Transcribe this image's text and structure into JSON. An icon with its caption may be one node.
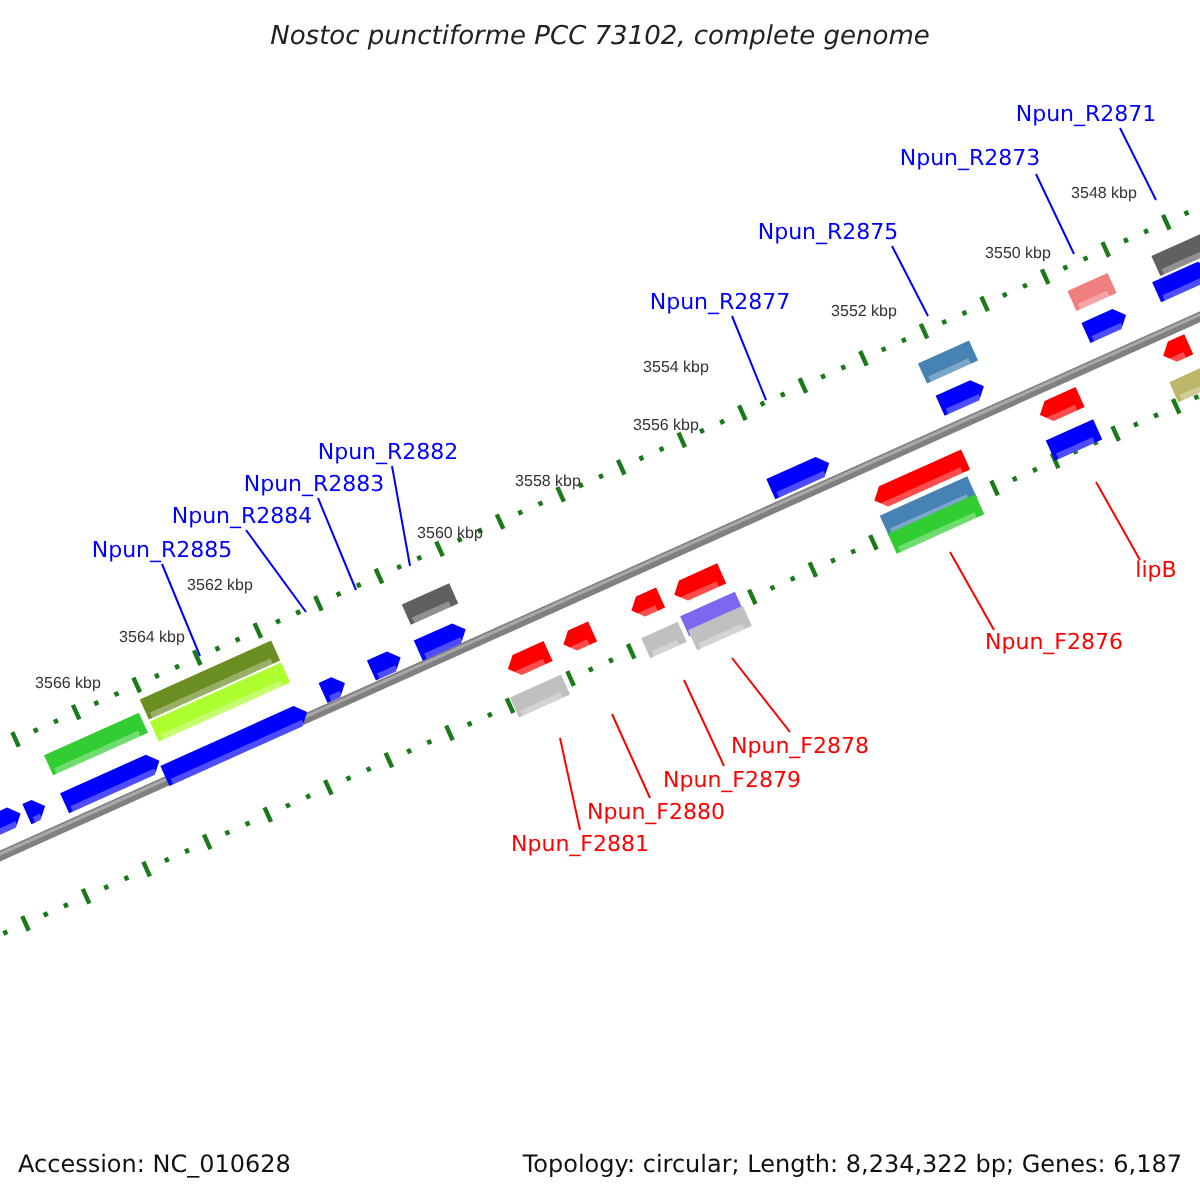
{
  "diagram": {
    "title": "Nostoc punctiforme PCC 73102, complete genome",
    "nodes": [
      {
        "text": [
          "Npun_R2871"
        ]
      },
      {
        "text": [
          "Npun_R2873"
        ]
      },
      {
        "text": [
          "Npun_R2875"
        ]
      },
      {
        "text": [
          "Npun_R2877"
        ]
      },
      {
        "text": [
          "Npun_R2882"
        ]
      },
      {
        "text": [
          "Npun_R2883"
        ]
      },
      {
        "text": [
          "Npun_R2884"
        ]
      },
      {
        "text": [
          "Npun_R2885"
        ]
      },
      {
        "text": [
          "lipB"
        ]
      },
      {
        "text": [
          "Npun_F2876"
        ]
      },
      {
        "text": [
          "Npun_F2878"
        ]
      },
      {
        "text": [
          "Npun_F2879"
        ]
      },
      {
        "text": [
          "Npun_F2880"
        ]
      },
      {
        "text": [
          "Npun_F2881"
        ]
      }
    ],
    "edges": [
      {
        "from": 0,
        "to": null,
        "arrow": "none",
        "color": "#0000ff"
      },
      {
        "from": 1,
        "to": null,
        "arrow": "none",
        "color": "#0000ff"
      },
      {
        "from": 2,
        "to": null,
        "arrow": "none",
        "color": "#0000ff"
      },
      {
        "from": 3,
        "to": null,
        "arrow": "none",
        "color": "#0000ff"
      },
      {
        "from": 4,
        "to": null,
        "arrow": "none",
        "color": "#0000ff"
      },
      {
        "from": 5,
        "to": null,
        "arrow": "none",
        "color": "#0000ff"
      },
      {
        "from": 6,
        "to": null,
        "arrow": "none",
        "color": "#0000ff"
      },
      {
        "from": 7,
        "to": null,
        "arrow": "none",
        "color": "#0000ff"
      },
      {
        "from": 8,
        "to": null,
        "arrow": "none",
        "color": "#ff0000"
      },
      {
        "from": 9,
        "to": null,
        "arrow": "none",
        "color": "#ff0000"
      },
      {
        "from": 10,
        "to": null,
        "arrow": "none",
        "color": "#ff0000"
      },
      {
        "from": 11,
        "to": null,
        "arrow": "none",
        "color": "#ff0000"
      },
      {
        "from": 12,
        "to": null,
        "arrow": "none",
        "color": "#ff0000"
      },
      {
        "from": 13,
        "to": null,
        "arrow": "none",
        "color": "#ff0000"
      }
    ],
    "labels": [
      "3548 kbp",
      "3550 kbp",
      "3552 kbp",
      "3554 kbp",
      "3556 kbp",
      "3558 kbp",
      "3560 kbp",
      "3562 kbp",
      "3564 kbp",
      "3566 kbp",
      "Accession: NC_010628",
      "Topology: circular; Length: 8,234,322 bp; Genes: 6,187"
    ]
  }
}
